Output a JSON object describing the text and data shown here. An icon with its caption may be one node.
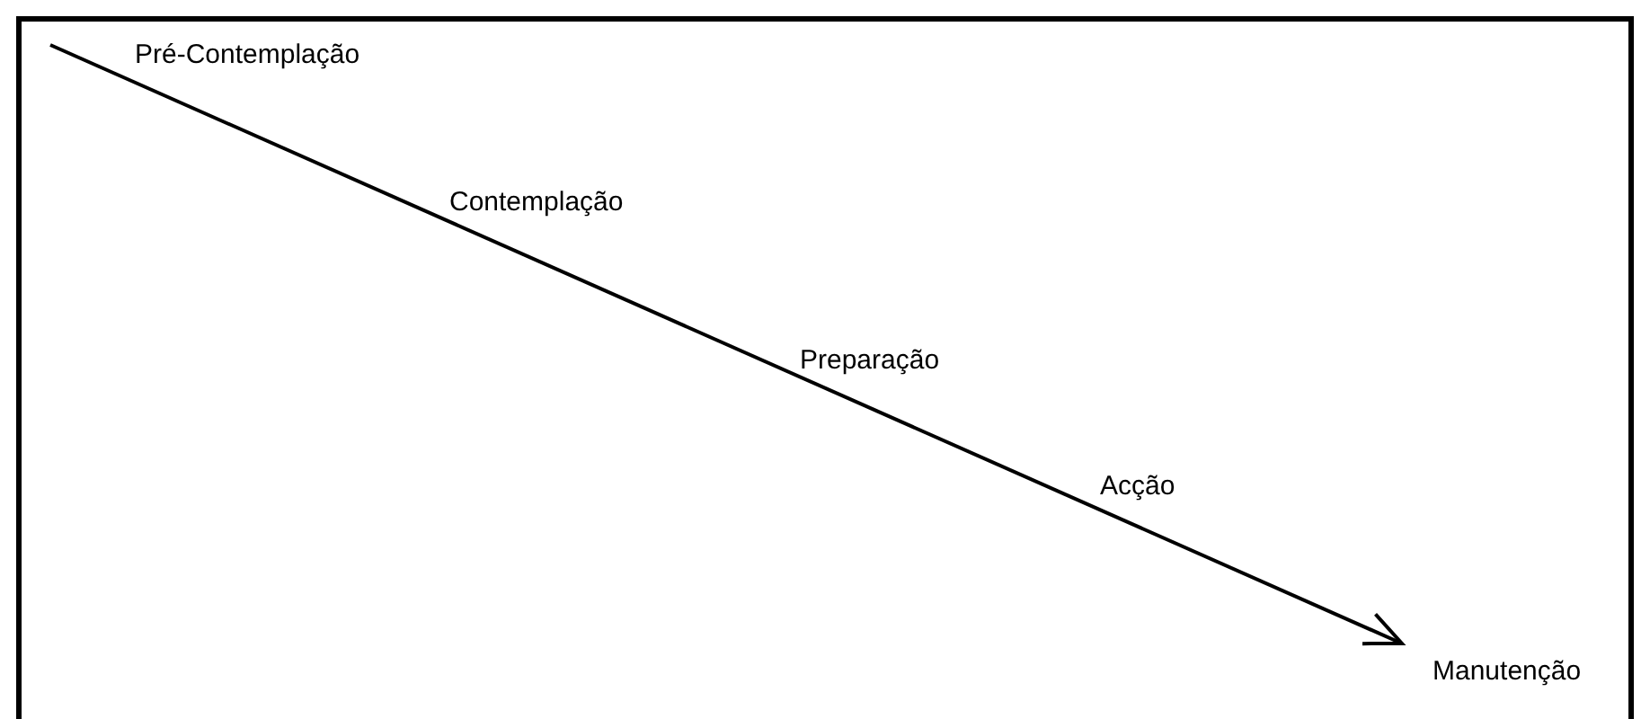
{
  "diagram": {
    "labels": [
      "Pré-Contemplação",
      "Contemplação",
      "Preparação",
      "Acção",
      "Manutenção"
    ]
  }
}
